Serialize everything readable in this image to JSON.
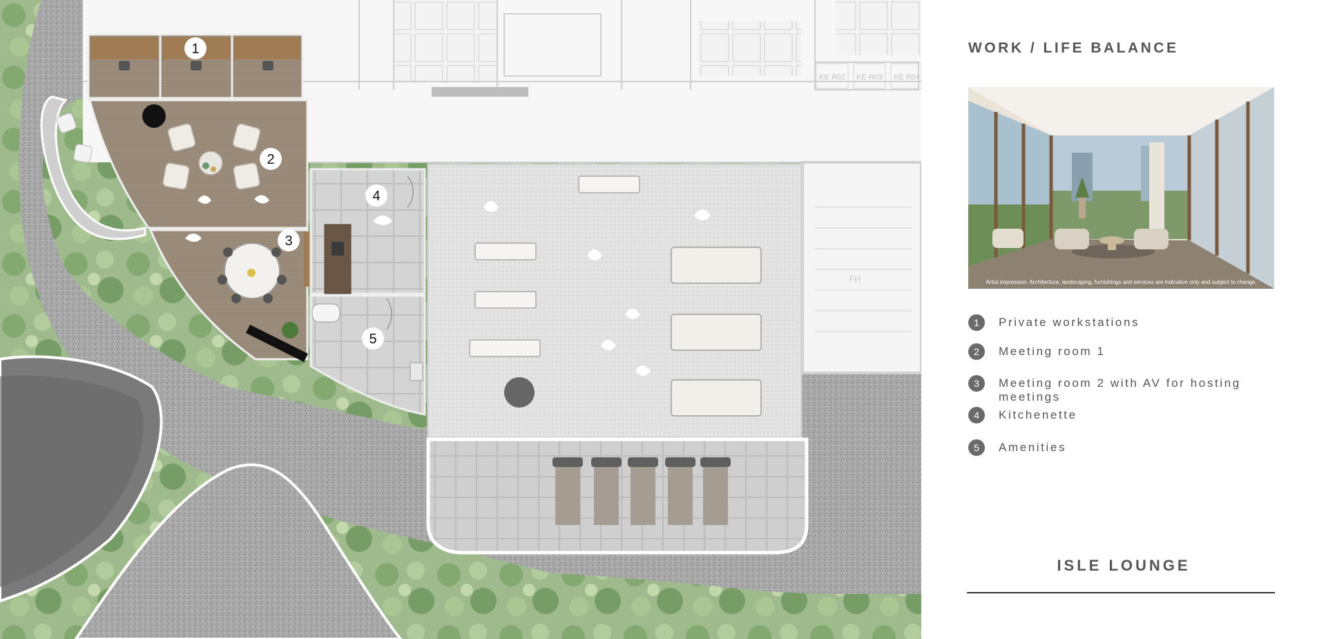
{
  "sidebar": {
    "title": "WORK / LIFE BALANCE",
    "photo_caption": "Artist impression. Architecture, landscaping, furnishings and services are indicative only and subject to change.",
    "legend": [
      {
        "number": "1",
        "label": "Private workstations"
      },
      {
        "number": "2",
        "label": "Meeting room 1"
      },
      {
        "number": "3",
        "label": "Meeting room 2 with AV for hosting meetings"
      },
      {
        "number": "4",
        "label": "Kitchenette"
      },
      {
        "number": "5",
        "label": "Amenities"
      }
    ],
    "footer_title": "ISLE LOUNGE"
  },
  "plan": {
    "markers": [
      "1",
      "2",
      "3",
      "4",
      "5"
    ],
    "storage_labels": [
      "KE R02",
      "KE R03",
      "KE R04"
    ],
    "stair_label": "FH"
  },
  "colors": {
    "accent_text": "#555555",
    "legend_badge": "#6a6a6a",
    "floor_timber": "#9a8a78",
    "floor_tile": "#d9d9d9",
    "greenery": "#6e9a52"
  }
}
